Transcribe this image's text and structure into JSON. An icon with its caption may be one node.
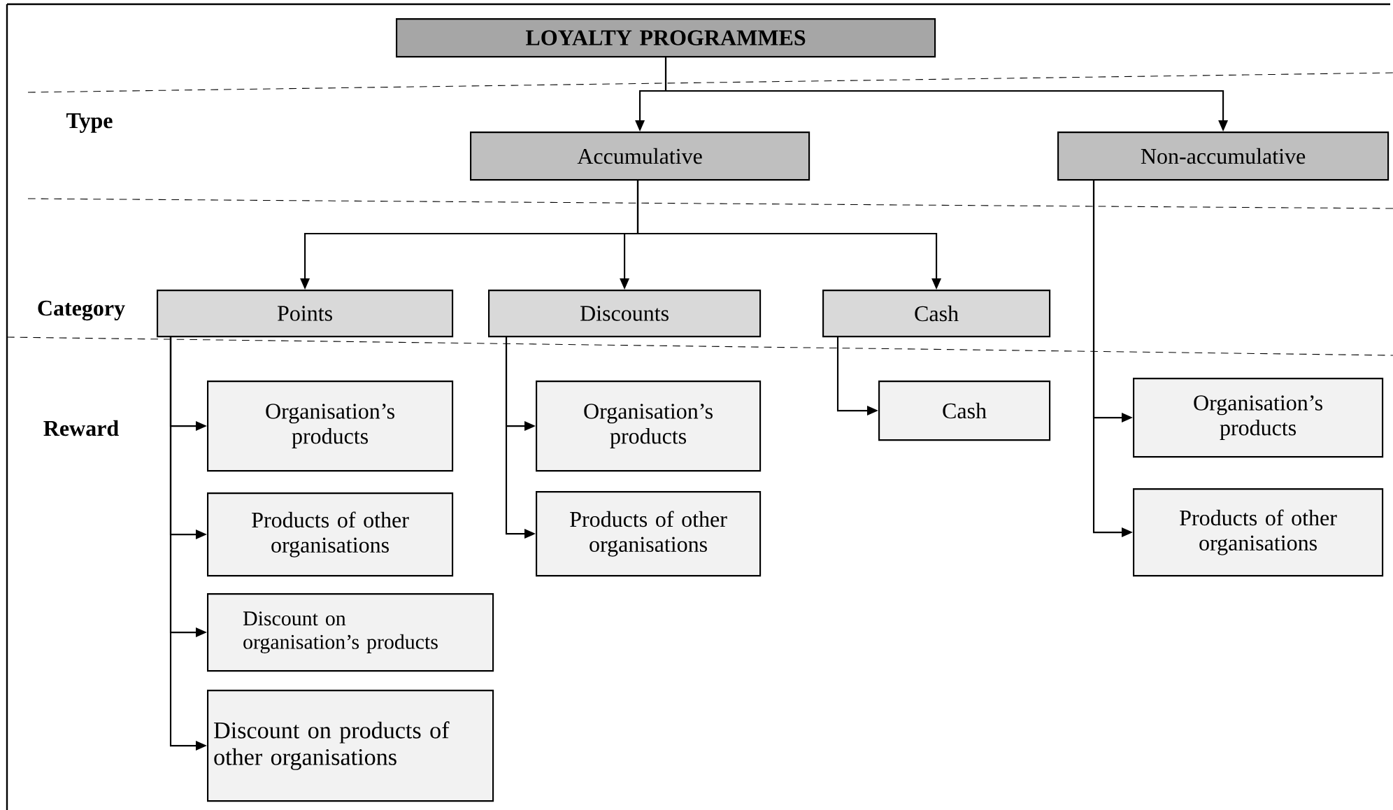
{
  "diagram": {
    "nodes": [
      {
        "text": [
          "LOYALTY PROGRAMMES"
        ]
      },
      {
        "text": [
          "Accumulative"
        ]
      },
      {
        "text": [
          "Non-accumulative"
        ]
      },
      {
        "text": [
          "Points"
        ]
      },
      {
        "text": [
          "Discounts"
        ]
      },
      {
        "text": [
          "Cash"
        ]
      },
      {
        "text": [
          "Organisation’s products"
        ]
      },
      {
        "text": [
          "Products of other organisations"
        ]
      },
      {
        "text": [
          "Discount on organisation’s products"
        ]
      },
      {
        "text": [
          "Discount on products of other organisations"
        ]
      },
      {
        "text": [
          "Organisation’s products"
        ]
      },
      {
        "text": [
          "Products of other organisations"
        ]
      },
      {
        "text": [
          "Cash"
        ]
      },
      {
        "text": [
          "Organisation’s products"
        ]
      },
      {
        "text": [
          "Products of other organisations"
        ]
      }
    ],
    "edges": [
      {
        "from": 0,
        "to": 1,
        "arrow": "to"
      },
      {
        "from": 0,
        "to": 2,
        "arrow": "to"
      },
      {
        "from": 1,
        "to": 3,
        "arrow": "to"
      },
      {
        "from": 1,
        "to": 4,
        "arrow": "to"
      },
      {
        "from": 1,
        "to": 5,
        "arrow": "to"
      },
      {
        "from": 3,
        "to": 6,
        "arrow": "to"
      },
      {
        "from": 3,
        "to": 7,
        "arrow": "to"
      },
      {
        "from": 3,
        "to": 8,
        "arrow": "to"
      },
      {
        "from": 3,
        "to": 9,
        "arrow": "to"
      },
      {
        "from": 4,
        "to": 10,
        "arrow": "to"
      },
      {
        "from": 4,
        "to": 11,
        "arrow": "to"
      },
      {
        "from": 5,
        "to": 12,
        "arrow": "to"
      },
      {
        "from": 2,
        "to": 13,
        "arrow": "to"
      },
      {
        "from": 2,
        "to": 14,
        "arrow": "to"
      }
    ],
    "labels": [
      "Type",
      "Category",
      "Reward"
    ]
  }
}
